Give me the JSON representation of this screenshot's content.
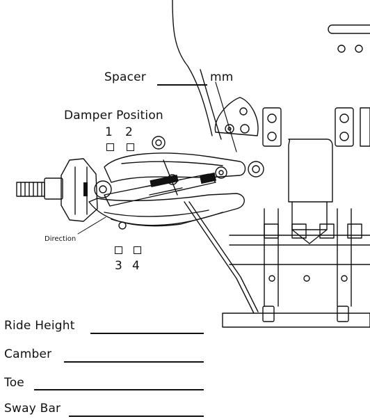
{
  "spacer": {
    "label": "Spacer",
    "unit": "mm"
  },
  "damper": {
    "title": "Damper Position",
    "positions": [
      "1",
      "2",
      "3",
      "4"
    ]
  },
  "direction_label": "Direction",
  "setup_fields": [
    {
      "label": "Ride Height"
    },
    {
      "label": "Camber"
    },
    {
      "label": "Toe"
    },
    {
      "label": "Sway Bar"
    }
  ]
}
